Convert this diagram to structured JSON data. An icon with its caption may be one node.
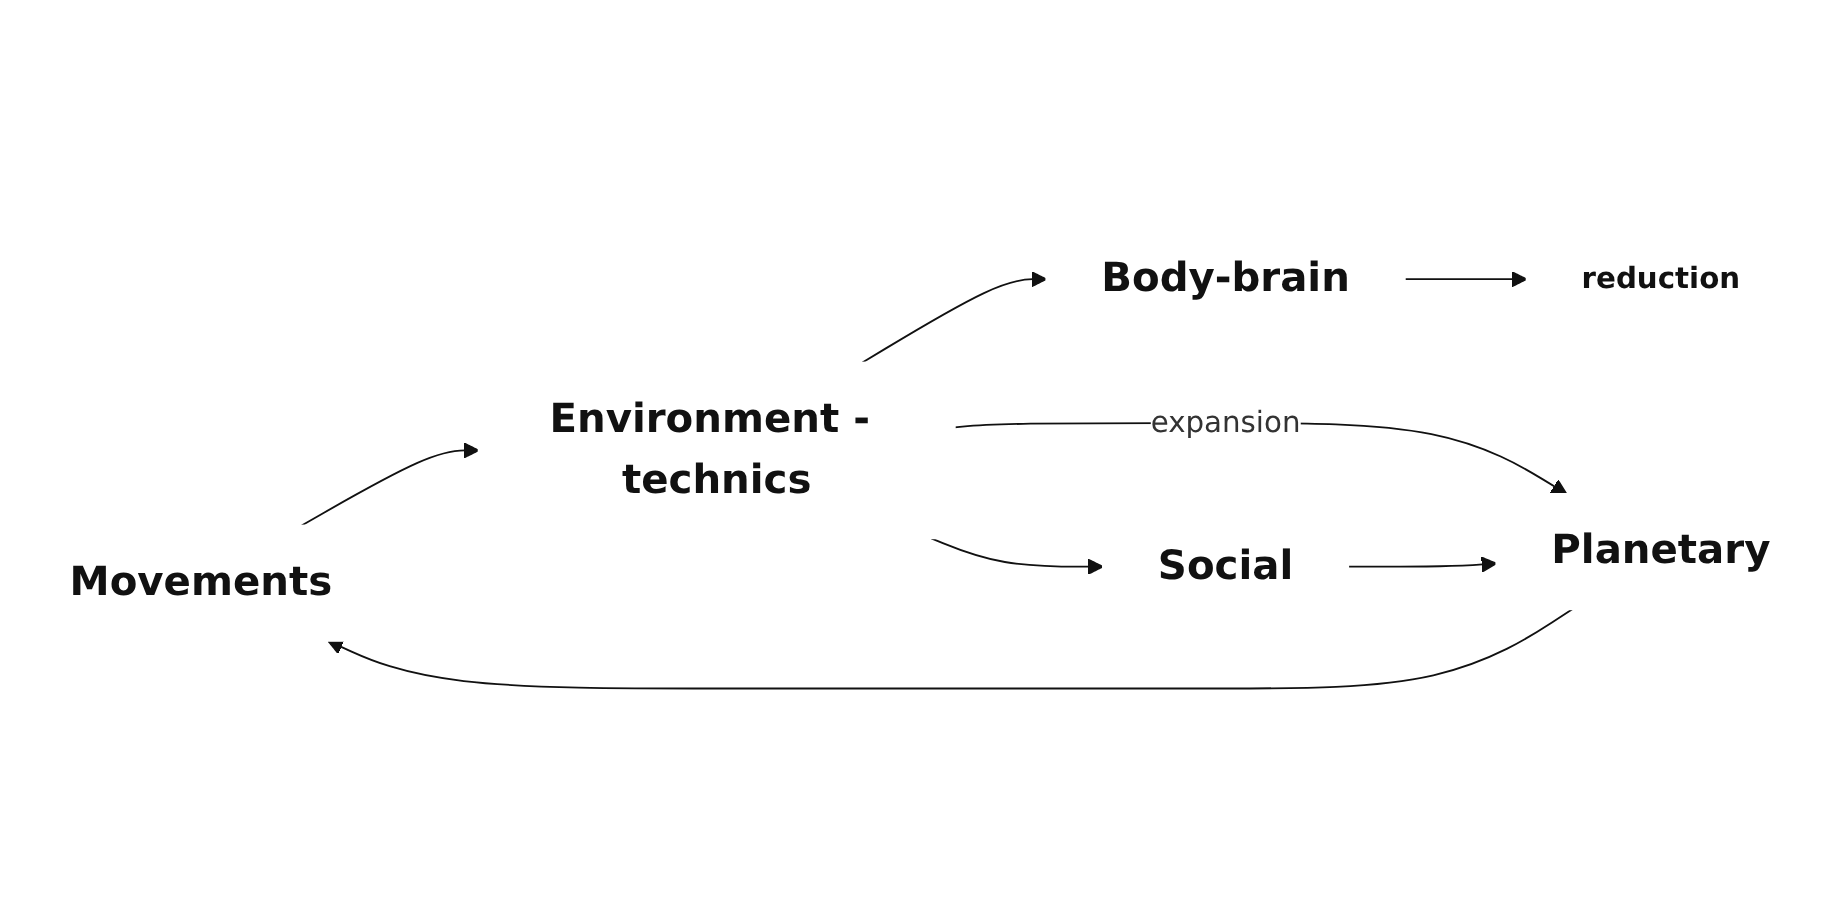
{
  "diagram": {
    "nodes": [
      {
        "text": [
          "Movements"
        ]
      },
      {
        "text": [
          "Environment - technics"
        ]
      },
      {
        "text": [
          "reduction"
        ]
      },
      {
        "text": [
          "Social"
        ]
      },
      {
        "text": [
          "Body-brain"
        ]
      },
      {
        "text": [
          "Planetary"
        ]
      }
    ],
    "edges": [
      {
        "from": 0,
        "to": 1,
        "arrow": "to"
      },
      {
        "from": 1,
        "to": 4,
        "arrow": "to"
      },
      {
        "from": 4,
        "to": 2,
        "arrow": "to"
      },
      {
        "from": 1,
        "to": 3,
        "arrow": "to"
      },
      {
        "from": 1,
        "to": 5,
        "label": "expansion",
        "arrow": "to"
      },
      {
        "from": 3,
        "to": 5,
        "arrow": "to"
      },
      {
        "from": 5,
        "to": 0,
        "arrow": "to"
      }
    ]
  }
}
